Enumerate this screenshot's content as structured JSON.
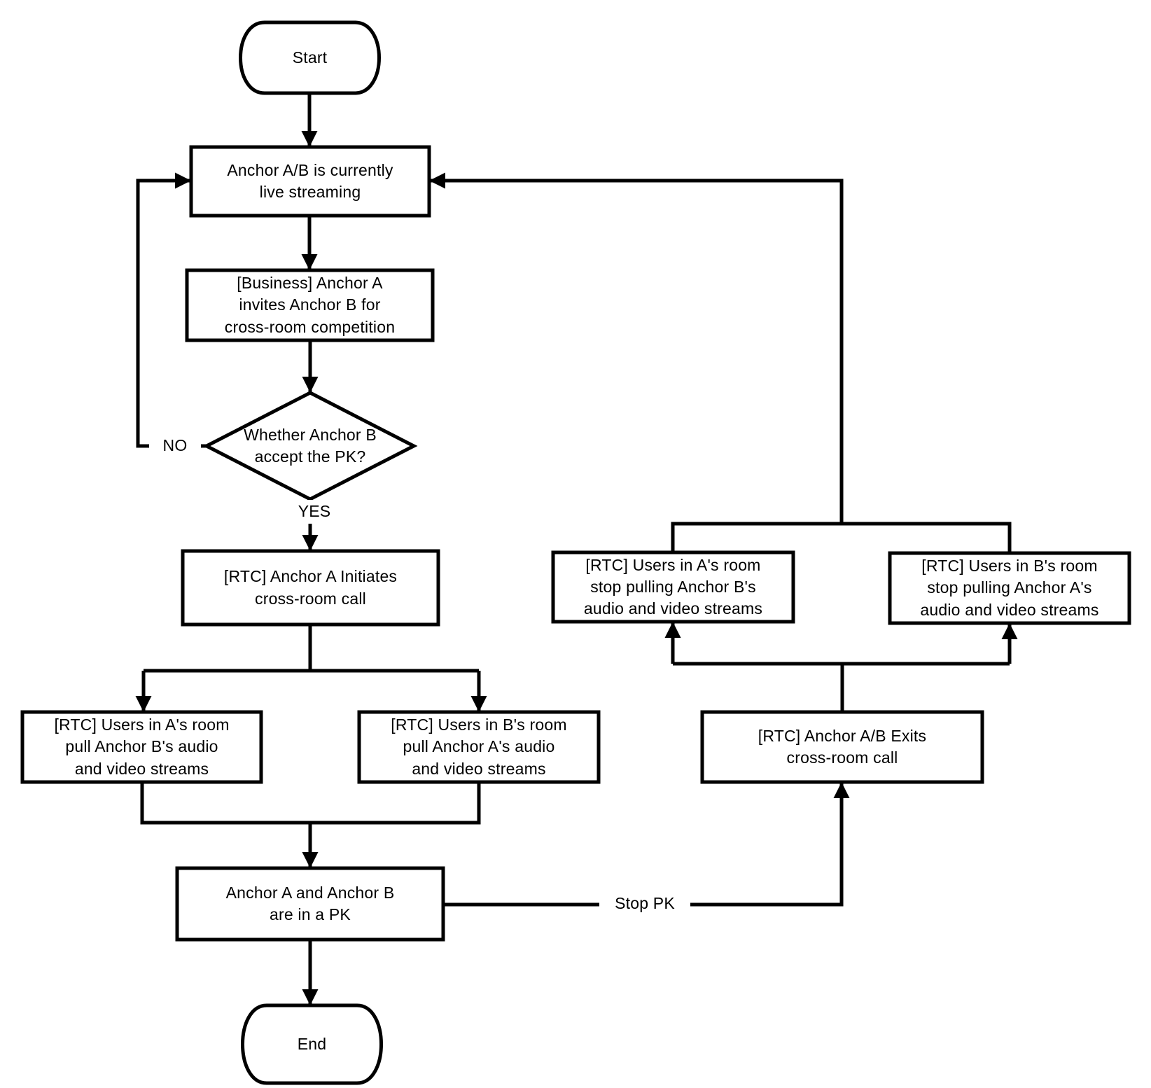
{
  "diagram": {
    "nodes": {
      "start": "Start",
      "live": "Anchor A/B is currently\nlive streaming",
      "business_invite": "[Business] Anchor A\ninvites Anchor B for\ncross-room competition",
      "decision": "Whether Anchor B\naccept the PK?",
      "initiate_call": "[RTC] Anchor A Initiates\ncross-room call",
      "pull_a": "[RTC] Users in A's room\npull Anchor B's audio\nand video streams",
      "pull_b": "[RTC] Users in B's room\npull Anchor A's audio\nand video streams",
      "in_pk": "Anchor A and Anchor B\nare in a PK",
      "end": "End",
      "exit_call": "[RTC] Anchor A/B Exits\ncross-room call",
      "stop_pull_a": "[RTC] Users in A's room\nstop pulling Anchor B's\naudio and video streams",
      "stop_pull_b": "[RTC] Users in B's room\nstop pulling Anchor A's\naudio and video streams"
    },
    "edge_labels": {
      "yes": "YES",
      "no": "NO",
      "stop_pk": "Stop PK"
    },
    "colors": {
      "line": "#000000",
      "background": "#ffffff",
      "text": "#000000"
    }
  }
}
